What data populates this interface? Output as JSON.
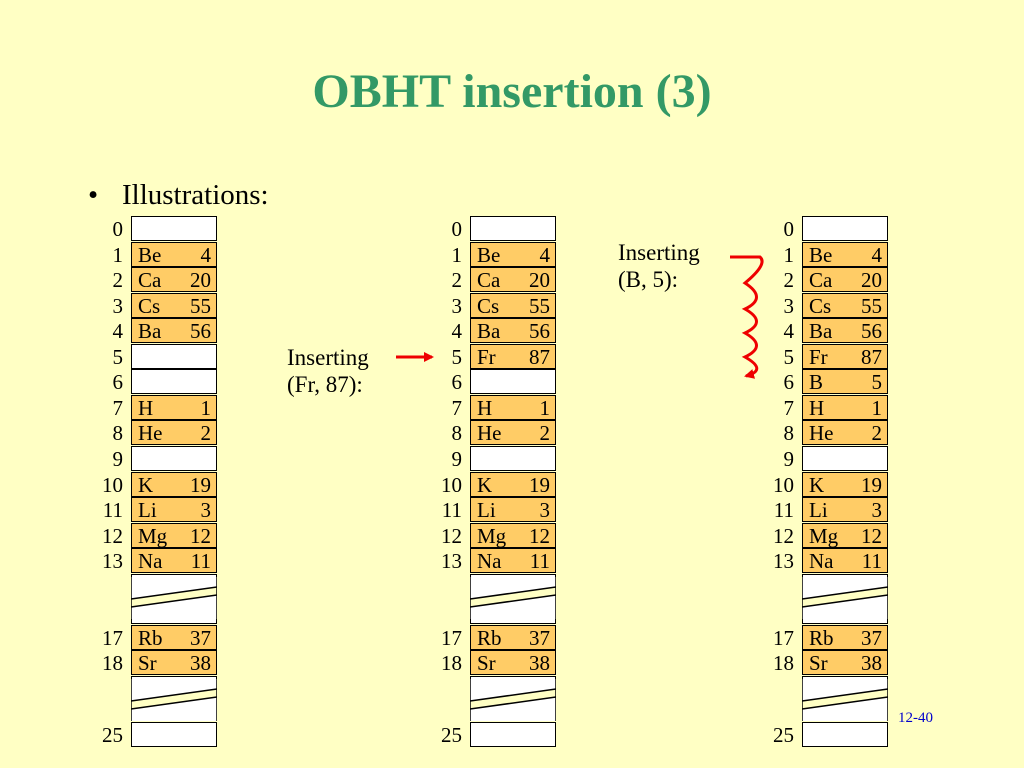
{
  "title": "OBHT insertion (3)",
  "bullet": "Illustrations:",
  "slide_number": "12-40",
  "tables": [
    {
      "rows": [
        {
          "idx": "0",
          "key": "",
          "val": ""
        },
        {
          "idx": "1",
          "key": "Be",
          "val": "4"
        },
        {
          "idx": "2",
          "key": "Ca",
          "val": "20"
        },
        {
          "idx": "3",
          "key": "Cs",
          "val": "55"
        },
        {
          "idx": "4",
          "key": "Ba",
          "val": "56"
        },
        {
          "idx": "5",
          "key": "",
          "val": ""
        },
        {
          "idx": "6",
          "key": "",
          "val": ""
        },
        {
          "idx": "7",
          "key": "H",
          "val": "1"
        },
        {
          "idx": "8",
          "key": "He",
          "val": "2"
        },
        {
          "idx": "9",
          "key": "",
          "val": ""
        },
        {
          "idx": "10",
          "key": "K",
          "val": "19"
        },
        {
          "idx": "11",
          "key": "Li",
          "val": "3"
        },
        {
          "idx": "12",
          "key": "Mg",
          "val": "12"
        },
        {
          "idx": "13",
          "key": "Na",
          "val": "11"
        },
        {
          "idx": "",
          "key": "",
          "val": ""
        },
        {
          "idx": "",
          "key": "",
          "val": ""
        },
        {
          "idx": "17",
          "key": "Rb",
          "val": "37"
        },
        {
          "idx": "18",
          "key": "Sr",
          "val": "38"
        },
        {
          "idx": "",
          "key": "",
          "val": ""
        },
        {
          "idx": "25",
          "key": "",
          "val": ""
        }
      ]
    },
    {
      "caption": "Inserting\n(Fr, 87):",
      "rows": [
        {
          "idx": "0",
          "key": "",
          "val": ""
        },
        {
          "idx": "1",
          "key": "Be",
          "val": "4"
        },
        {
          "idx": "2",
          "key": "Ca",
          "val": "20"
        },
        {
          "idx": "3",
          "key": "Cs",
          "val": "55"
        },
        {
          "idx": "4",
          "key": "Ba",
          "val": "56"
        },
        {
          "idx": "5",
          "key": "Fr",
          "val": "87"
        },
        {
          "idx": "6",
          "key": "",
          "val": ""
        },
        {
          "idx": "7",
          "key": "H",
          "val": "1"
        },
        {
          "idx": "8",
          "key": "He",
          "val": "2"
        },
        {
          "idx": "9",
          "key": "",
          "val": ""
        },
        {
          "idx": "10",
          "key": "K",
          "val": "19"
        },
        {
          "idx": "11",
          "key": "Li",
          "val": "3"
        },
        {
          "idx": "12",
          "key": "Mg",
          "val": "12"
        },
        {
          "idx": "13",
          "key": "Na",
          "val": "11"
        },
        {
          "idx": "",
          "key": "",
          "val": ""
        },
        {
          "idx": "",
          "key": "",
          "val": ""
        },
        {
          "idx": "17",
          "key": "Rb",
          "val": "37"
        },
        {
          "idx": "18",
          "key": "Sr",
          "val": "38"
        },
        {
          "idx": "",
          "key": "",
          "val": ""
        },
        {
          "idx": "25",
          "key": "",
          "val": ""
        }
      ]
    },
    {
      "caption": "Inserting\n(B, 5):",
      "rows": [
        {
          "idx": "0",
          "key": "",
          "val": ""
        },
        {
          "idx": "1",
          "key": "Be",
          "val": "4"
        },
        {
          "idx": "2",
          "key": "Ca",
          "val": "20"
        },
        {
          "idx": "3",
          "key": "Cs",
          "val": "55"
        },
        {
          "idx": "4",
          "key": "Ba",
          "val": "56"
        },
        {
          "idx": "5",
          "key": "Fr",
          "val": "87"
        },
        {
          "idx": "6",
          "key": "B",
          "val": "5"
        },
        {
          "idx": "7",
          "key": "H",
          "val": "1"
        },
        {
          "idx": "8",
          "key": "He",
          "val": "2"
        },
        {
          "idx": "9",
          "key": "",
          "val": ""
        },
        {
          "idx": "10",
          "key": "K",
          "val": "19"
        },
        {
          "idx": "11",
          "key": "Li",
          "val": "3"
        },
        {
          "idx": "12",
          "key": "Mg",
          "val": "12"
        },
        {
          "idx": "13",
          "key": "Na",
          "val": "11"
        },
        {
          "idx": "",
          "key": "",
          "val": ""
        },
        {
          "idx": "",
          "key": "",
          "val": ""
        },
        {
          "idx": "17",
          "key": "Rb",
          "val": "37"
        },
        {
          "idx": "18",
          "key": "Sr",
          "val": "38"
        },
        {
          "idx": "",
          "key": "",
          "val": ""
        },
        {
          "idx": "25",
          "key": "",
          "val": ""
        }
      ]
    }
  ],
  "colors": {
    "background": "#ffffc4",
    "title": "#339966",
    "filled_cell": "#ffcc66",
    "arrow": "#ee0000",
    "slide_number": "#0000cc"
  },
  "icons": {
    "straight_arrow": "arrow-right-icon",
    "probe_path": "zigzag-arrow-icon"
  }
}
